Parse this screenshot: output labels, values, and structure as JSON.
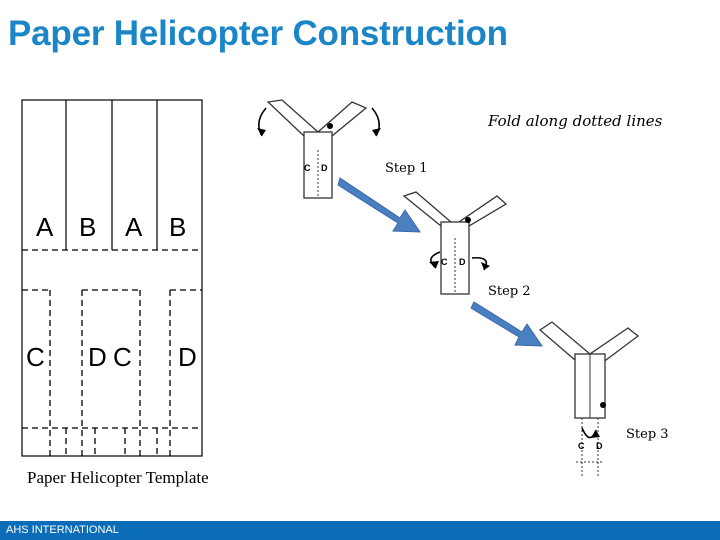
{
  "title": "Paper Helicopter Construction",
  "fold_note": "Fold along dotted lines",
  "steps": [
    "Step 1",
    "Step 2",
    "Step 3"
  ],
  "template_caption": "Paper Helicopter Template",
  "template_labels": {
    "top": [
      "A",
      "B",
      "A",
      "B"
    ],
    "bottom": [
      "C",
      "D",
      "C",
      "D"
    ]
  },
  "helicopter_labels": {
    "c": "C",
    "d": "D"
  },
  "footer": "AHS INTERNATIONAL",
  "colors": {
    "title": "#1a86c8",
    "arrow": "#4a7fc1",
    "footer": "#0b6db7"
  }
}
